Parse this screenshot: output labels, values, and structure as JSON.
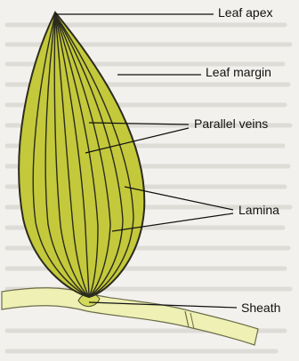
{
  "labels": {
    "leaf_apex": "Leaf apex",
    "leaf_margin": "Leaf margin",
    "parallel_veins": "Parallel veins",
    "lamina": "Lamina",
    "sheath": "Sheath"
  },
  "colors": {
    "background": "#f3f1ed",
    "background_text_faint": "#dedcd6",
    "lamina_fill": "#c3c93a",
    "vein_stroke": "#2b2b1e",
    "stem_fill": "#eef0b4",
    "pointer_line": "#111111"
  }
}
